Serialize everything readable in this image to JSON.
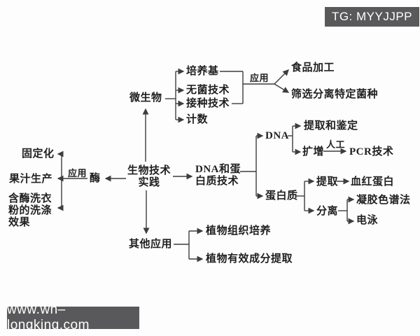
{
  "watermarks": {
    "top_right": "TG: MYYJJPP",
    "bottom_left": "www.wh–longking.com"
  },
  "diagram": {
    "root": {
      "lines": [
        "生物技术",
        "实践"
      ]
    },
    "microbiology": {
      "label": "微生物",
      "children": {
        "medium": "培养基",
        "aseptic": "无菌技术",
        "inoculation": "接种技术",
        "counting": "计数"
      },
      "application": {
        "label": "应用",
        "food": "食品加工",
        "screening": "筛选分离特定菌种"
      }
    },
    "enzyme": {
      "label": "酶",
      "application": {
        "label": "应用",
        "immobilization": "固定化",
        "juice": "果汁生产",
        "detergent_lines": [
          "含酶洗衣",
          "粉的洗涤",
          "效果"
        ]
      }
    },
    "dna_protein": {
      "label_lines": [
        "DNA和蛋",
        "白质技术"
      ],
      "dna": {
        "label": "DNA",
        "extraction_identification": "提取和鉴定",
        "amplification": "扩增",
        "artificial": "人工",
        "pcr": "PCR技术"
      },
      "protein": {
        "label": "蛋白质",
        "extraction": "提取",
        "hemoglobin": "血红蛋白",
        "separation": "分离",
        "gel_chromatography": "凝胶色谱法",
        "electrophoresis": "电泳"
      }
    },
    "other": {
      "label": "其他应用",
      "tissue_culture": "植物组织培养",
      "active_extraction": "植物有效成分提取"
    }
  }
}
